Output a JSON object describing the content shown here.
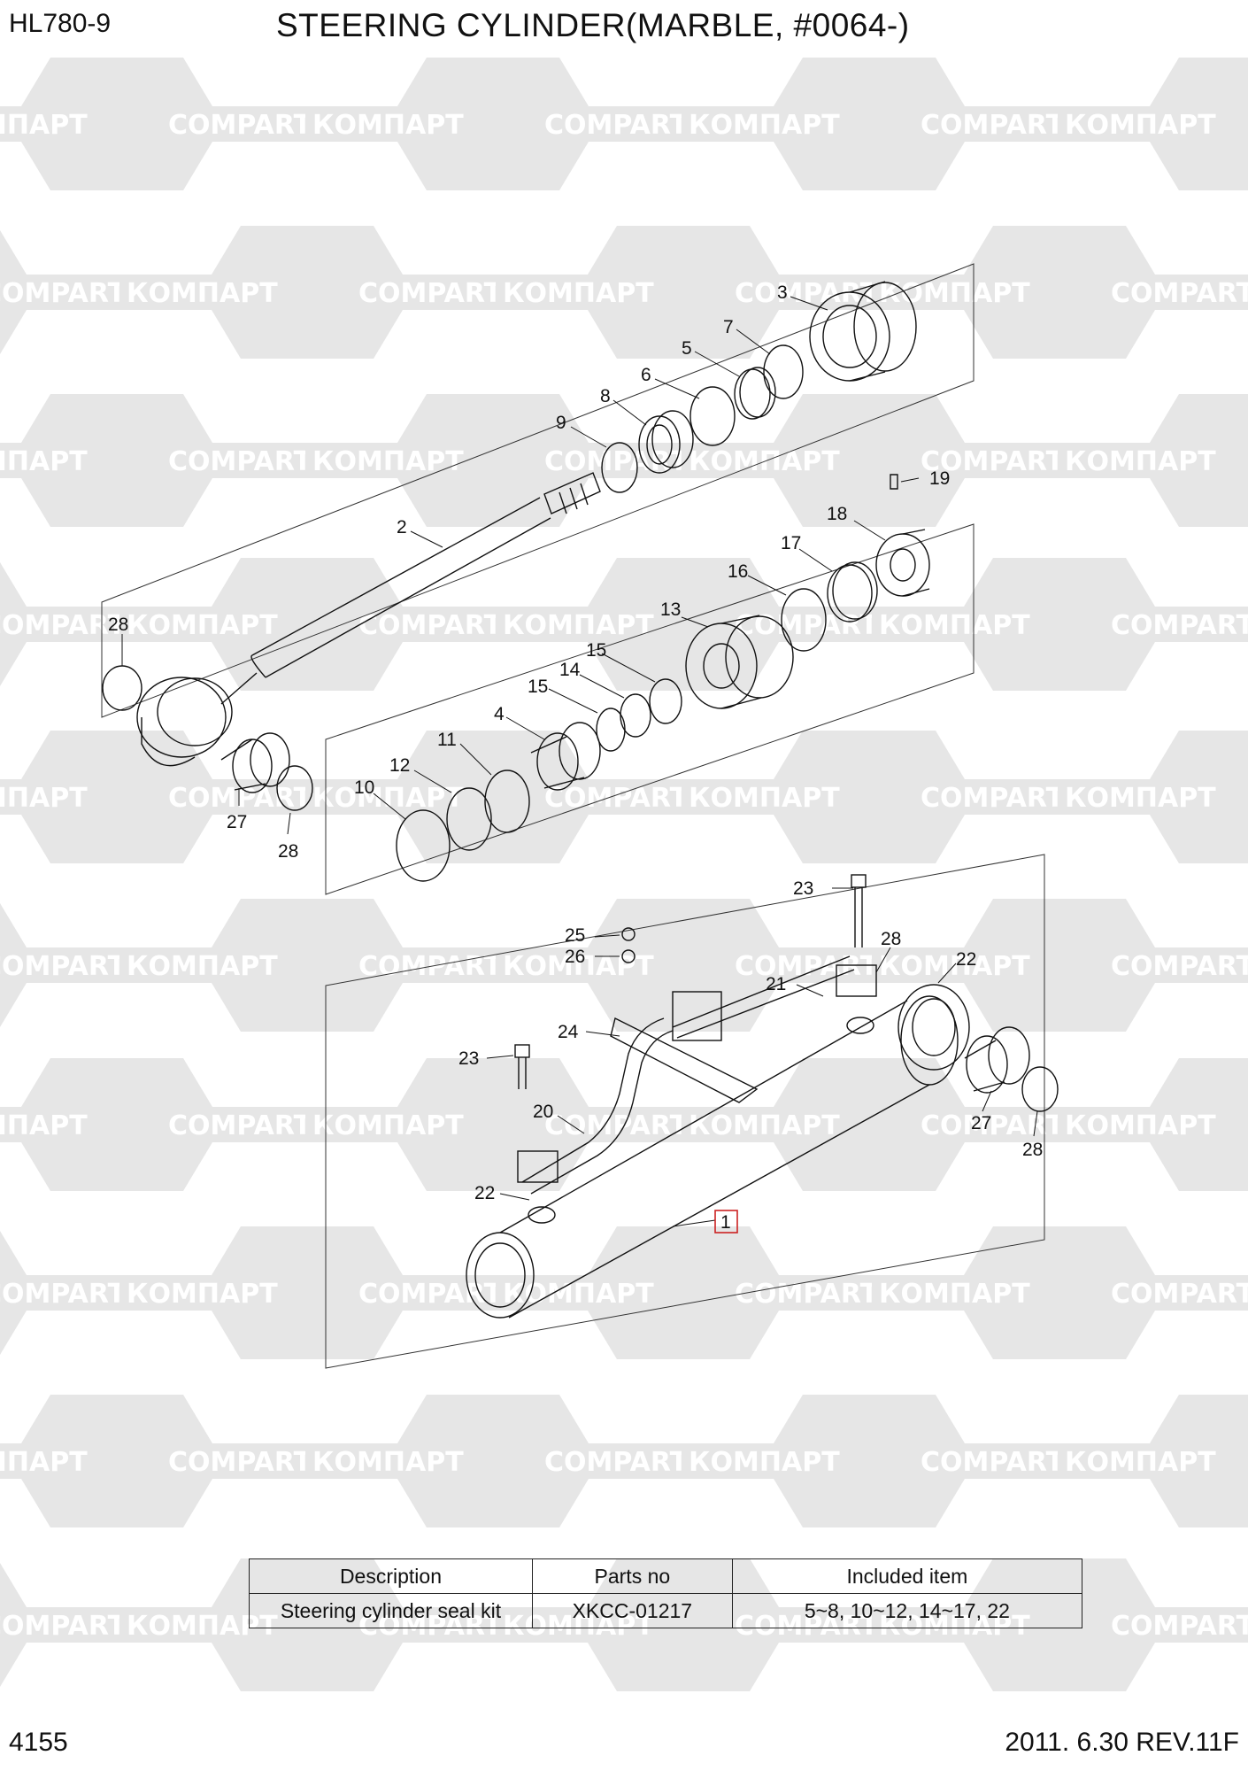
{
  "header": {
    "model": "HL780-9",
    "title": "STEERING CYLINDER(MARBLE, #0064-)"
  },
  "watermark": {
    "text_cyrillic": "КОМПАРТ",
    "text_latin": "COMPART",
    "color": "#e6e6e6"
  },
  "callouts": [
    "1",
    "2",
    "3",
    "4",
    "5",
    "6",
    "7",
    "8",
    "9",
    "10",
    "11",
    "12",
    "13",
    "14",
    "15",
    "16",
    "17",
    "18",
    "19",
    "20",
    "21",
    "22",
    "23",
    "24",
    "25",
    "26",
    "27",
    "28"
  ],
  "highlight_color": "#cc2222",
  "kit_table": {
    "headers": [
      "Description",
      "Parts no",
      "Included item"
    ],
    "rows": [
      [
        "Steering cylinder seal kit",
        "XKCC-01217",
        "5~8, 10~12, 14~17, 22"
      ]
    ]
  },
  "footer": {
    "page": "4155",
    "date_rev": "2011. 6.30  REV.11F"
  }
}
